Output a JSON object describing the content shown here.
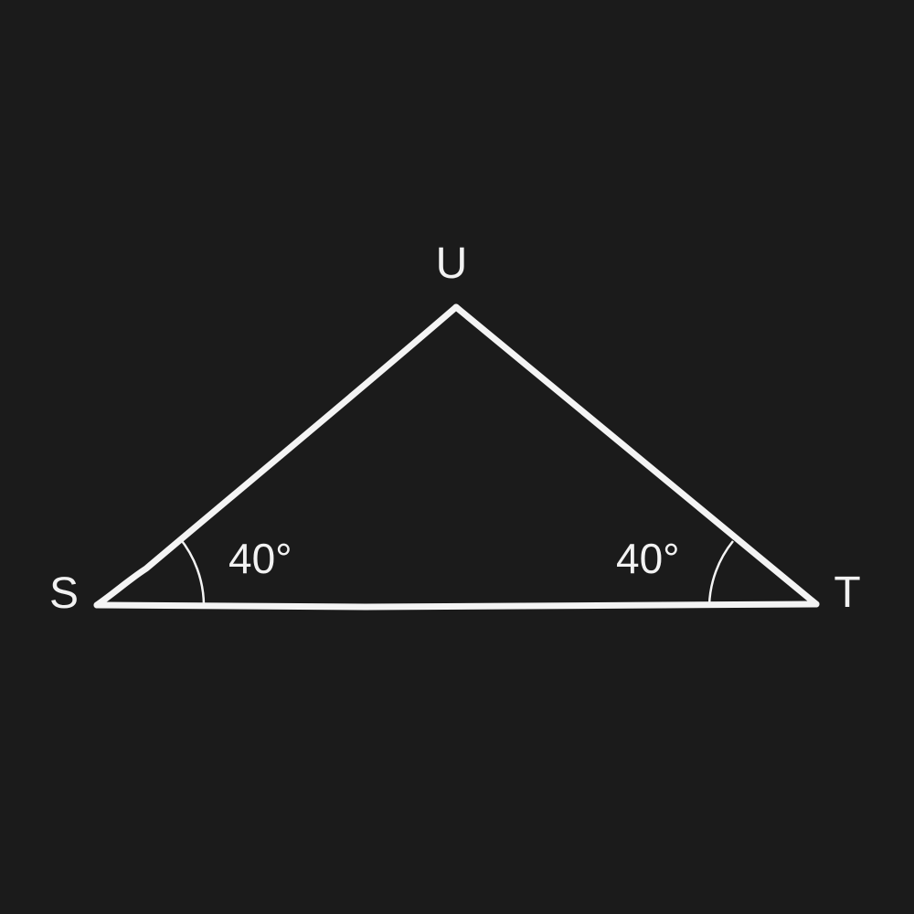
{
  "vertices": {
    "u": "U",
    "s": "S",
    "t": "T"
  },
  "angles": {
    "s": "40°",
    "t": "40°"
  },
  "colors": {
    "background": "#1b1b1b",
    "stroke": "#f4f4f4",
    "text": "#f2f2f2"
  }
}
